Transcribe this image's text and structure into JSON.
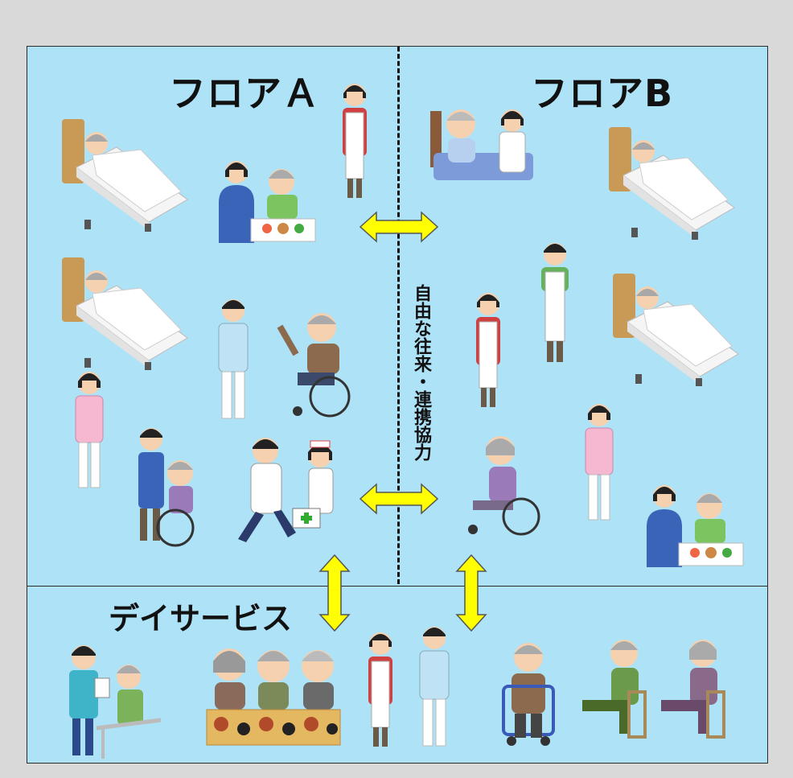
{
  "labels": {
    "floor_a": "フロアＡ",
    "floor_b": "フロアB",
    "day_service": "デイサービス",
    "center_text": "自由な往来・連携協力"
  },
  "colors": {
    "panel_bg": "#aee2f6",
    "page_bg": "#d9d9d9",
    "arrow_fill": "#ffff00",
    "arrow_stroke": "#555555"
  },
  "icons": [
    "bed-patient-icon",
    "caregiver-icon",
    "feeding-icon",
    "doctor-nurse-icon",
    "wheelchair-icon",
    "rehab-icon",
    "elderly-dining-icon",
    "exercise-icon"
  ]
}
